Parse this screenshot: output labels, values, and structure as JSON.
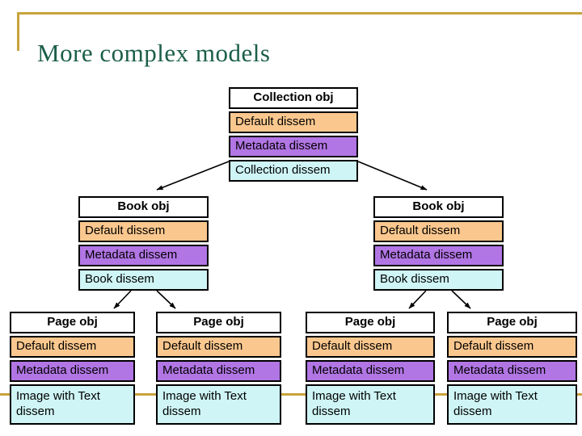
{
  "slide": {
    "title": "More complex models"
  },
  "diagram": {
    "collection": {
      "header": "Collection obj",
      "rows": [
        "Default dissem",
        "Metadata dissem",
        "Collection dissem"
      ]
    },
    "books": [
      {
        "header": "Book obj",
        "rows": [
          "Default dissem",
          "Metadata dissem",
          "Book dissem"
        ]
      },
      {
        "header": "Book obj",
        "rows": [
          "Default dissem",
          "Metadata dissem",
          "Book dissem"
        ]
      }
    ],
    "pages": [
      {
        "header": "Page obj",
        "rows": [
          "Default dissem",
          "Metadata dissem",
          "Image with Text dissem"
        ]
      },
      {
        "header": "Page obj",
        "rows": [
          "Default dissem",
          "Metadata dissem",
          "Image with Text dissem"
        ]
      },
      {
        "header": "Page obj",
        "rows": [
          "Default dissem",
          "Metadata dissem",
          "Image with Text dissem"
        ]
      },
      {
        "header": "Page obj",
        "rows": [
          "Default dissem",
          "Metadata dissem",
          "Image with Text dissem"
        ]
      }
    ],
    "colors": {
      "default_dissem_bg": "#FAC78E",
      "metadata_dissem_bg": "#B175E4",
      "leaf_dissem_bg": "#CFF5F6",
      "header_bg": "#FFFFFF",
      "border": "#000000",
      "title_text": "#1B5E4A",
      "frame_gold": "#C8A33B"
    }
  }
}
